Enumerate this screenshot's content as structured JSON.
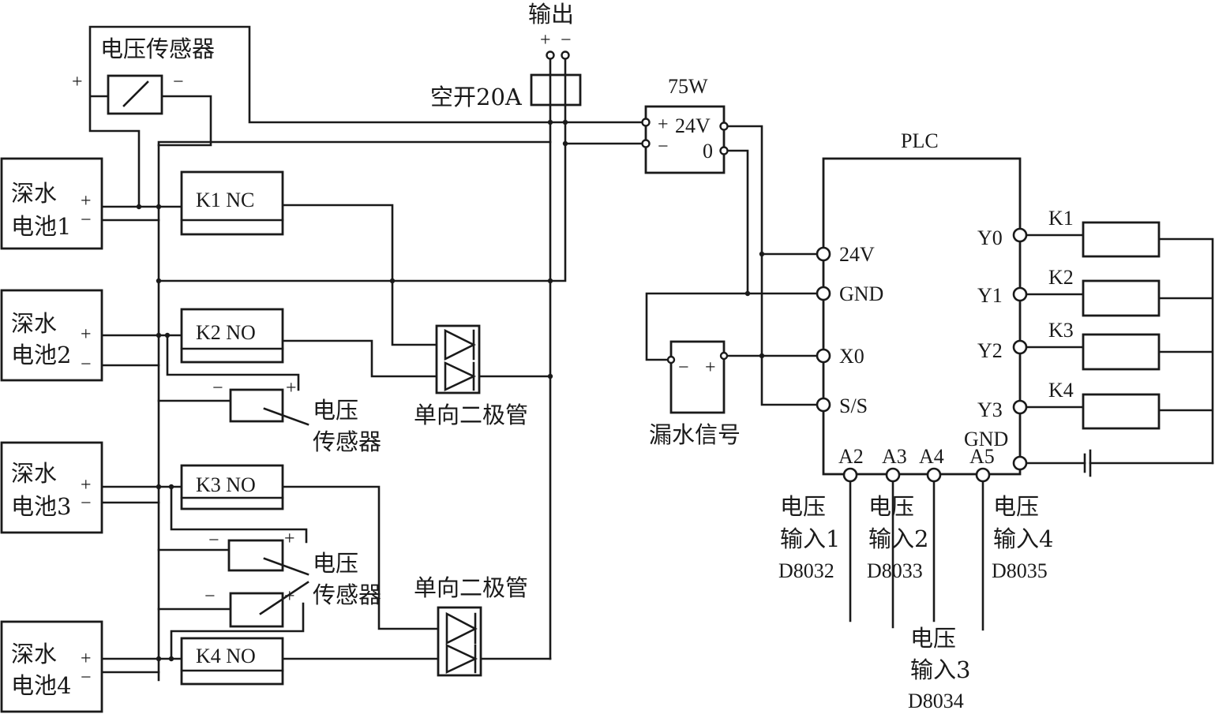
{
  "batteries": [
    {
      "name": "深水",
      "num": "电池1",
      "plus": "+",
      "minus": "−"
    },
    {
      "name": "深水",
      "num": "电池2",
      "plus": "+",
      "minus": "−"
    },
    {
      "name": "深水",
      "num": "电池3",
      "plus": "+",
      "minus": "−"
    },
    {
      "name": "深水",
      "num": "电池4",
      "plus": "+",
      "minus": "−"
    }
  ],
  "relays": [
    "K1  NC",
    "K2  NO",
    "K3  NO",
    "K4  NO"
  ],
  "voltage_sensor_top": {
    "label": "电压传感器",
    "plus": "+",
    "minus": "−"
  },
  "voltage_sensor_label": {
    "line1": "电压",
    "line2": "传感器"
  },
  "sensor_signs": {
    "plus": "+",
    "minus": "−"
  },
  "diode_label": "单向二极管",
  "output": {
    "label": "输出",
    "plus": "+",
    "minus": "−"
  },
  "breaker": "空开20A",
  "psu": {
    "power": "75W",
    "plus": "+",
    "v24": "24V",
    "minus": "−",
    "zero": "0"
  },
  "leak": {
    "label": "漏水信号",
    "minus": "−",
    "plus": "+"
  },
  "plc": {
    "title": "PLC",
    "inputs": [
      "24V",
      "GND",
      "X0",
      "S/S"
    ],
    "outputs": [
      "Y0",
      "Y1",
      "Y2",
      "Y3"
    ],
    "gnd": "GND",
    "analog": [
      "A2",
      "A3",
      "A4",
      "A5"
    ]
  },
  "coils": [
    "K1",
    "K2",
    "K3",
    "K4"
  ],
  "voltage_inputs": [
    {
      "line1": "电压",
      "line2": "输入1",
      "reg": "D8032"
    },
    {
      "line1": "电压",
      "line2": "输入2",
      "reg": "D8033"
    },
    {
      "line1": "电压",
      "line2": "输入3",
      "reg": "D8034"
    },
    {
      "line1": "电压",
      "line2": "输入4",
      "reg": "D8035"
    }
  ]
}
